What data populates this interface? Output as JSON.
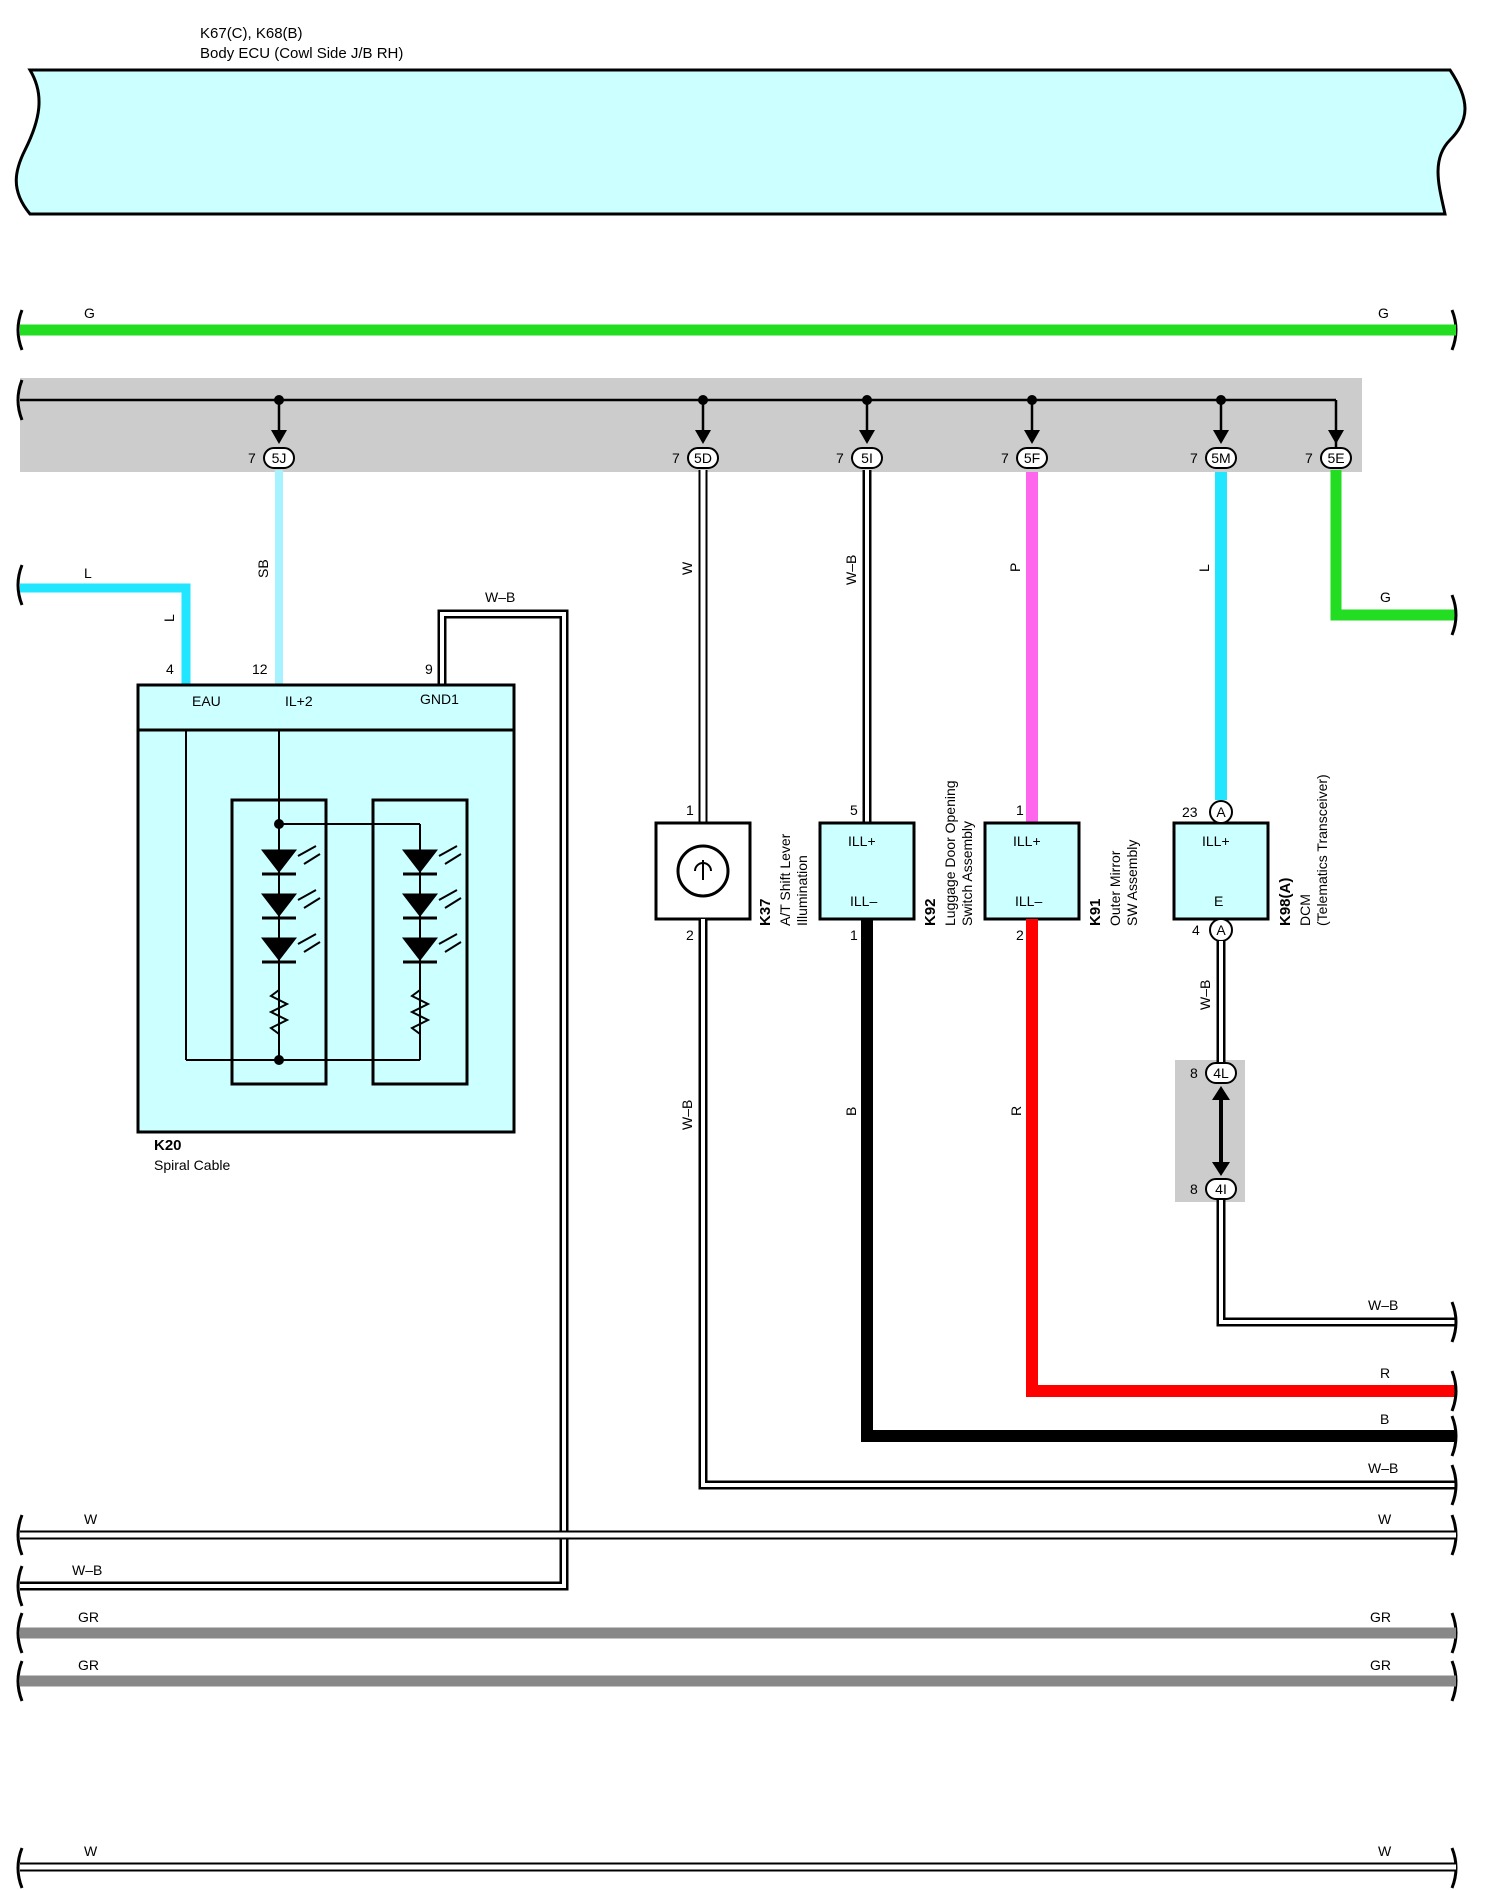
{
  "colors": {
    "G": "#22dd22",
    "L": "#22e6ff",
    "SB": "#a6f2ff",
    "P": "#ff66ee",
    "R": "#ff0000",
    "B": "#000000",
    "GR": "#888888",
    "W": "#ffffff",
    "box_fill": "#ccffff",
    "splice_fill": "#cccccc"
  },
  "ecu": {
    "title": "K67(C), K68(B)",
    "subtitle": "Body ECU (Cowl Side J/B RH)"
  },
  "bus_g": {
    "left_label": "G",
    "right_label": "G"
  },
  "splice": [
    {
      "pin": "7",
      "code": "5J"
    },
    {
      "pin": "7",
      "code": "5D"
    },
    {
      "pin": "7",
      "code": "5I"
    },
    {
      "pin": "7",
      "code": "5F"
    },
    {
      "pin": "7",
      "code": "5M"
    },
    {
      "pin": "7",
      "code": "5E"
    }
  ],
  "wire_labels": {
    "l_in_top": "L",
    "l_in_side": "L",
    "sb": "SB",
    "wb_k20": "W–B",
    "w_k37": "W",
    "wb_k92": "W–B",
    "p_k91": "P",
    "l_k98": "L",
    "g_right": "G",
    "wb_k37_bottom": "W–B",
    "b_k92": "B",
    "r_k91": "R",
    "wb_k98": "W–B"
  },
  "k20": {
    "name": "K20",
    "desc": "Spiral Cable",
    "pins": [
      "4",
      "12",
      "9"
    ],
    "terminals": [
      "EAU",
      "IL+2",
      "GND1"
    ]
  },
  "k37": {
    "name": "K37",
    "desc1": "A/T Shift Lever",
    "desc2": "Illumination",
    "pin_top": "1",
    "pin_bottom": "2"
  },
  "k92": {
    "name": "K92",
    "desc1": "Luggage Door Opening",
    "desc2": "Switch Assembly",
    "pin_top": "5",
    "pin_bottom": "1",
    "t_top": "ILL+",
    "t_bottom": "ILL–"
  },
  "k91": {
    "name": "K91",
    "desc1": "Outer Mirror",
    "desc2": "SW Assembly",
    "pin_top": "1",
    "pin_bottom": "2",
    "t_top": "ILL+",
    "t_bottom": "ILL–"
  },
  "k98": {
    "name": "K98(A)",
    "desc1": "DCM",
    "desc2": "(Telematics Transceiver)",
    "pin_top": "23",
    "pin_bottom": "4",
    "t_top": "ILL+",
    "t_bottom": "E",
    "conn": "A"
  },
  "junction": {
    "top_pin": "8",
    "top_code": "4L",
    "bottom_pin": "8",
    "bottom_code": "4I"
  },
  "right_exits": [
    {
      "label": "W–B"
    },
    {
      "label": "R"
    },
    {
      "label": "B"
    },
    {
      "label": "W–B"
    },
    {
      "label": "W"
    }
  ],
  "bottom_buses": [
    {
      "left_label": "W",
      "right_label": "W"
    },
    {
      "left_label": "W–B",
      "right_label": ""
    },
    {
      "left_label": "GR",
      "right_label": "GR"
    },
    {
      "left_label": "GR",
      "right_label": "GR"
    },
    {
      "left_label": "W",
      "right_label": "W"
    }
  ]
}
